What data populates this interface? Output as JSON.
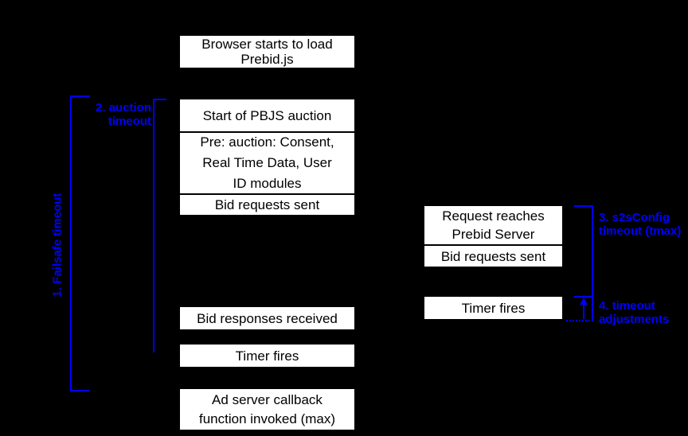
{
  "colors": {
    "background": "#000000",
    "box_background": "#ffffff",
    "box_text": "#000000",
    "annotation_blue": "#0000ff"
  },
  "client_timeline": {
    "browser_load": "Browser starts to load Prebid.js",
    "auction_stack": [
      "Start of PBJS auction",
      "Pre: auction: Consent, Real Time Data, User ID modules",
      "Bid requests sent"
    ],
    "bid_responses_received": "Bid responses received",
    "timer_fires": "Timer fires",
    "ad_server_callback": "Ad server callback function invoked (max)"
  },
  "server_timeline": {
    "request_stack": [
      "Request reaches Prebid Server",
      "Bid requests sent"
    ],
    "timer_fires": "Timer fires"
  },
  "annotations": {
    "failsafe_timeout": "1. Failsafe timeout",
    "auction_timeout": "2. auction timeout",
    "s2s_config_timeout": "3. s2sConfig timeout (tmax)",
    "timeout_adjustments": "4. timeout adjustments"
  }
}
